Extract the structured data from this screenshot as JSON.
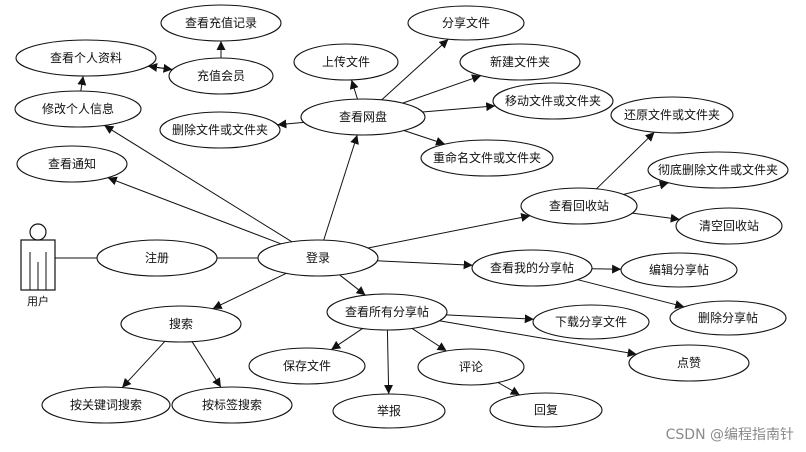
{
  "actor": {
    "label": "用户"
  },
  "nodes": {
    "login": "登录",
    "register": "注册",
    "view_notice": "查看通知",
    "edit_profile": "修改个人信息",
    "view_profile": "查看个人资料",
    "view_recharge": "查看充值记录",
    "recharge": "充值会员",
    "view_disk": "查看网盘",
    "upload": "上传文件",
    "share_file": "分享文件",
    "new_folder": "新建文件夹",
    "move": "移动文件或文件夹",
    "delete": "删除文件或文件夹",
    "rename": "重命名文件或文件夹",
    "view_recycle": "查看回收站",
    "restore": "还原文件或文件夹",
    "perm_delete": "彻底删除文件或文件夹",
    "clear_recycle": "清空回收站",
    "my_posts": "查看我的分享帖",
    "edit_post": "编辑分享帖",
    "delete_post": "删除分享帖",
    "all_posts": "查看所有分享帖",
    "download": "下载分享文件",
    "like": "点赞",
    "save_file": "保存文件",
    "comment": "评论",
    "report": "举报",
    "reply": "回复",
    "search": "搜索",
    "search_keyword": "按关键词搜索",
    "search_tag": "按标签搜索"
  },
  "watermark": "CSDN @编程指南针"
}
